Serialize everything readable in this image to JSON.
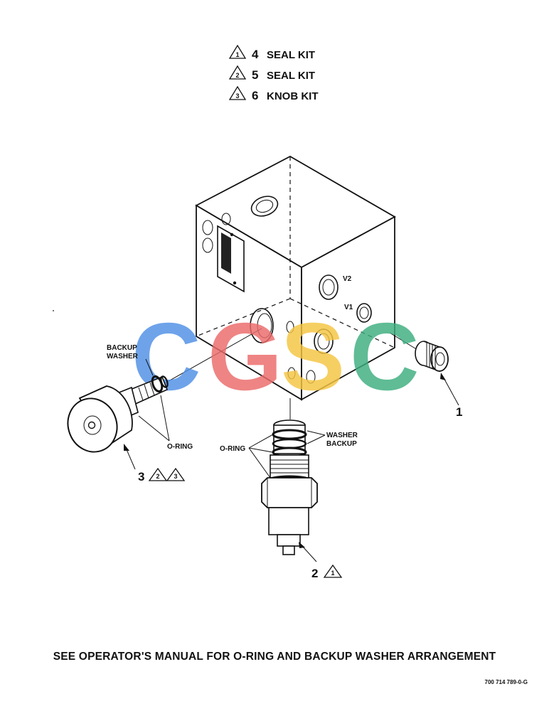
{
  "legend": [
    {
      "symbol": "1",
      "item": "4",
      "text": "SEAL KIT"
    },
    {
      "symbol": "2",
      "item": "5",
      "text": "SEAL KIT"
    },
    {
      "symbol": "3",
      "item": "6",
      "text": "KNOB KIT"
    }
  ],
  "callouts": {
    "part1": "1",
    "part2": "2",
    "part2_symbol": "1",
    "part3": "3",
    "part3_symbols": [
      "2",
      "3"
    ]
  },
  "labels": {
    "backup_washer_line1": "BACKUP",
    "backup_washer_line2": "WASHER",
    "oring_left": "O-RING",
    "oring_right": "O-RING",
    "washer_backup_line1": "WASHER",
    "washer_backup_line2": "BACKUP",
    "port_v1": "V1",
    "port_v2": "V2"
  },
  "watermark": {
    "letters": [
      "C",
      "G",
      "S",
      "C"
    ],
    "colors": [
      "#4f8fe6",
      "#ec6a6a",
      "#f5c542",
      "#3cae7e"
    ]
  },
  "footer": {
    "note": "SEE OPERATOR'S MANUAL FOR O-RING AND BACKUP WASHER ARRANGEMENT",
    "code": "700 714 789-0-G"
  }
}
